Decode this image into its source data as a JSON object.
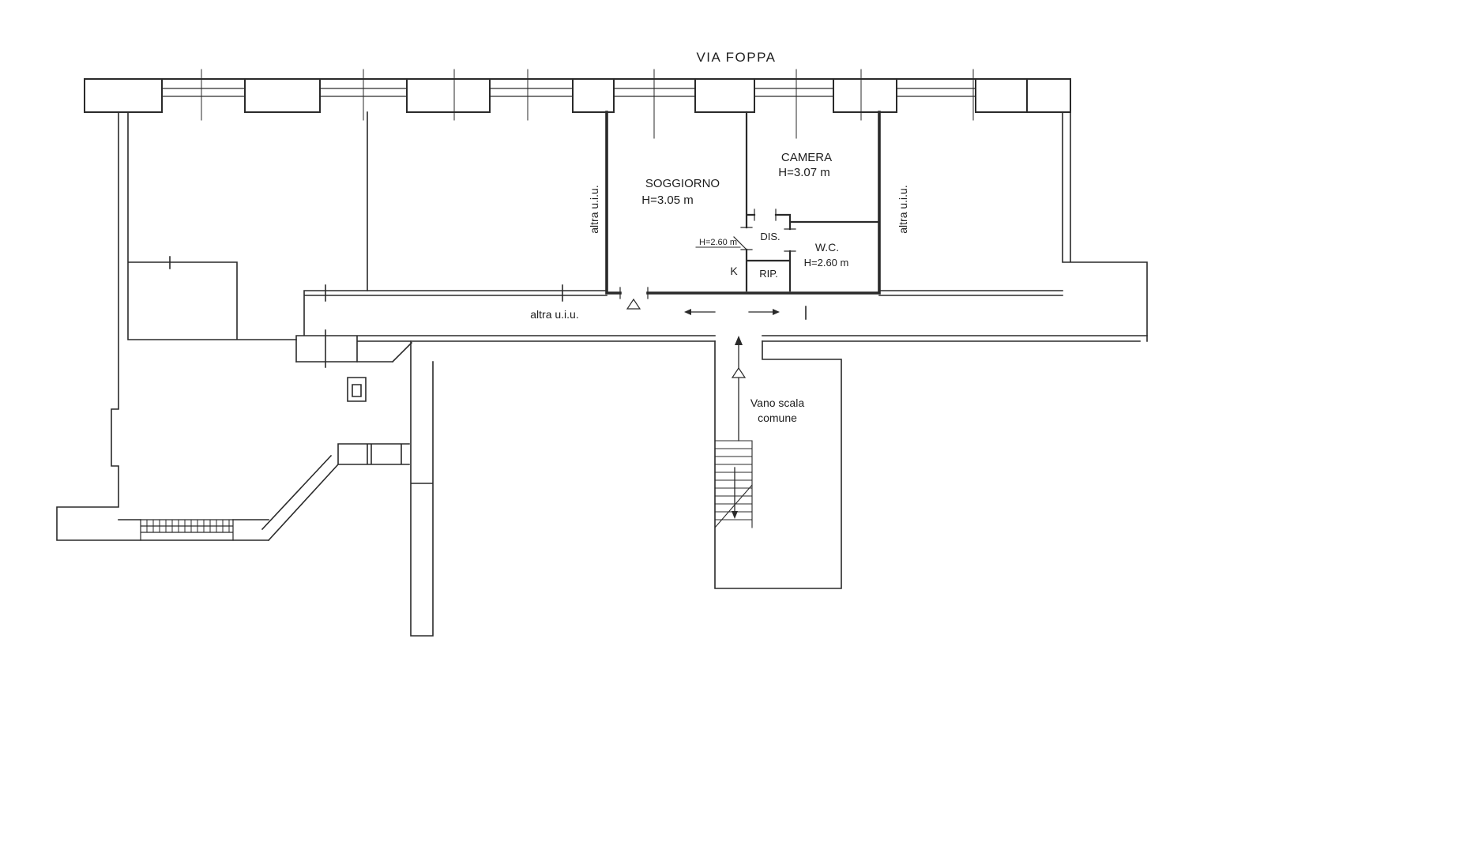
{
  "title": "VIA FOPPA",
  "rooms": {
    "soggiorno": {
      "name": "SOGGIORNO",
      "height": "H=3.05 m"
    },
    "camera": {
      "name": "CAMERA",
      "height": "H=3.07 m"
    },
    "dis": {
      "name": "DIS.",
      "height": "H=2.60 m"
    },
    "rip": {
      "name": "RIP."
    },
    "wc": {
      "name": "W.C.",
      "height": "H=2.60 m"
    },
    "kitchen": {
      "name": "K"
    },
    "stairwell": {
      "line1": "Vano scala",
      "line2": "comune"
    }
  },
  "labels": {
    "other_unit": "altra u.i.u."
  },
  "colors": {
    "line": "#2a2a2a",
    "background": "#ffffff"
  }
}
